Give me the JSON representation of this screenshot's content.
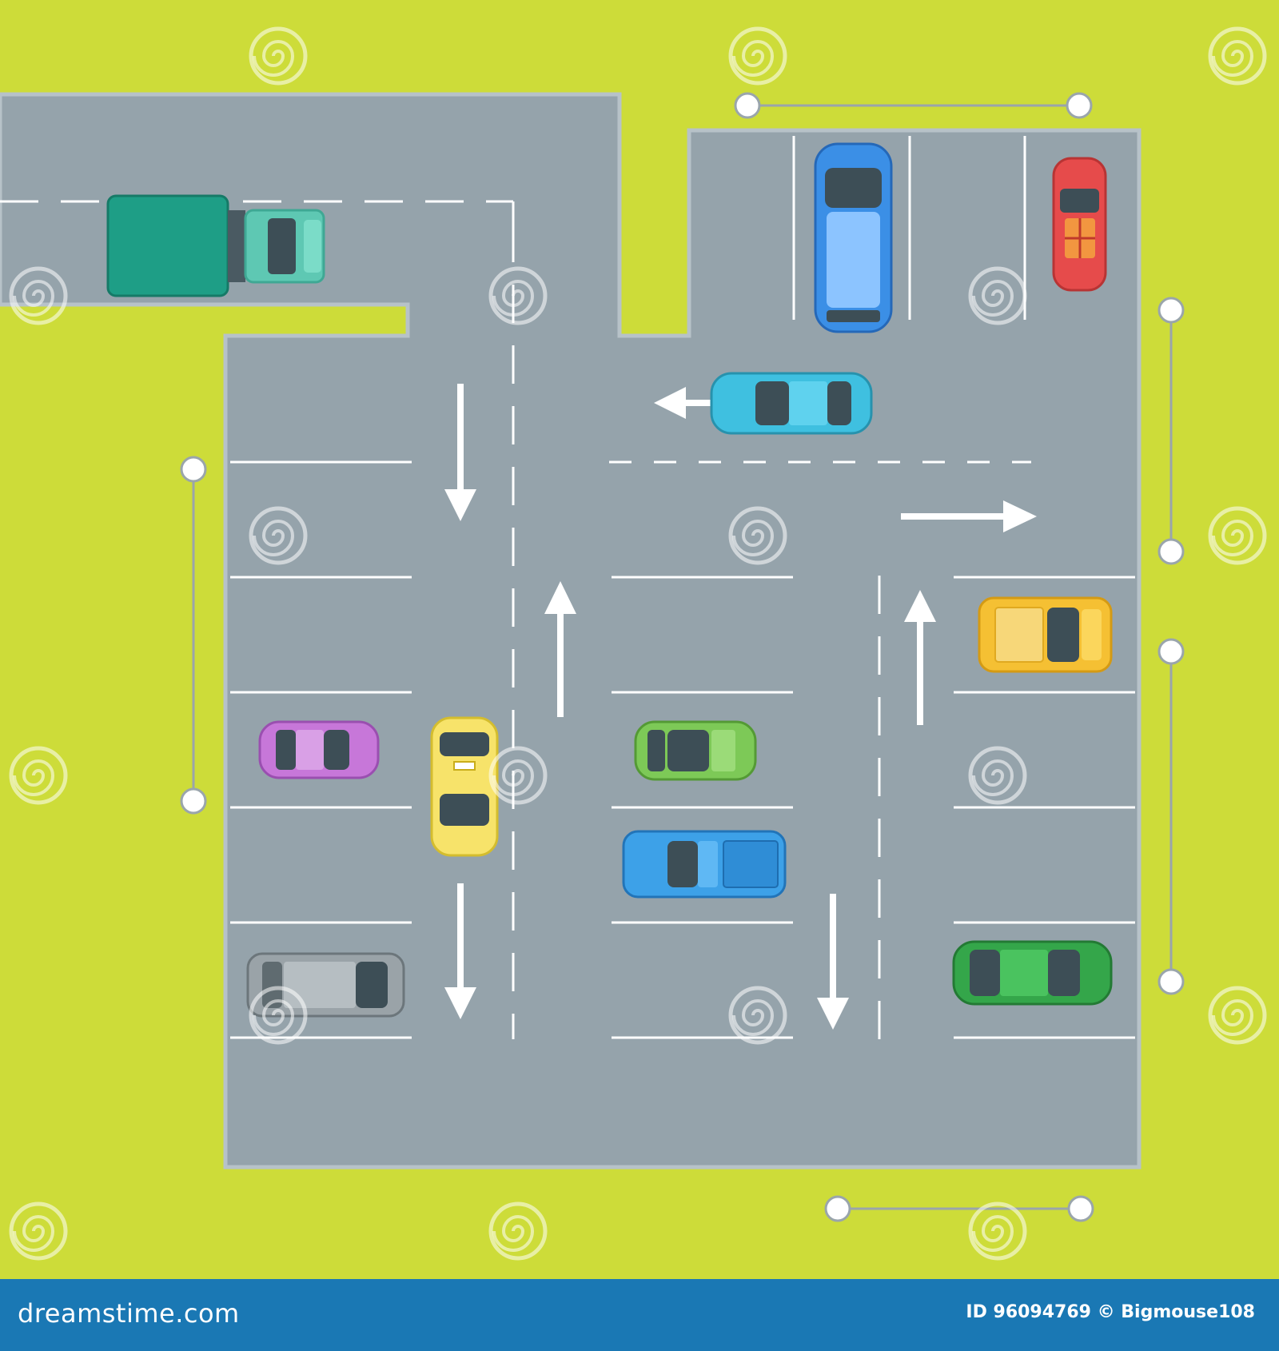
{
  "colors": {
    "grass": "#cddc39",
    "asphalt": "#95a3ab",
    "curb": "#b7c2c8",
    "marking": "#ffffff",
    "footer": "#1a78b4"
  },
  "footer": {
    "site": "dreamstime.com",
    "image_id": "ID 96094769 © Bigmouse108"
  },
  "watermark": {
    "text": "dreamstime",
    "icon": "spiral-logo"
  },
  "vehicles": [
    {
      "name": "truck",
      "type": "truck",
      "color": "#1e9e86",
      "heading": "east"
    },
    {
      "name": "minivan-blue",
      "type": "minivan",
      "color": "#3b8fe6",
      "heading": "north"
    },
    {
      "name": "convertible-red",
      "type": "convertible",
      "color": "#e64b4b",
      "heading": "north"
    },
    {
      "name": "car-cyan",
      "type": "sedan",
      "color": "#3fc0e0",
      "heading": "east"
    },
    {
      "name": "pickup-yellow",
      "type": "pickup",
      "color": "#f5c033",
      "heading": "east"
    },
    {
      "name": "car-purple",
      "type": "sedan",
      "color": "#c777d9",
      "heading": "east"
    },
    {
      "name": "taxi-yellow",
      "type": "taxi",
      "color": "#f7e36a",
      "heading": "north"
    },
    {
      "name": "car-lime",
      "type": "hatchback",
      "color": "#7dc957",
      "heading": "east"
    },
    {
      "name": "pickup-blue",
      "type": "pickup",
      "color": "#3da1e8",
      "heading": "west"
    },
    {
      "name": "wagon-gray",
      "type": "wagon",
      "color": "#9aa3a8",
      "heading": "east"
    },
    {
      "name": "car-green",
      "type": "sedan",
      "color": "#34a64a",
      "heading": "east"
    }
  ],
  "arrows": [
    {
      "name": "down-arrow-1",
      "direction": "down"
    },
    {
      "name": "up-arrow-1",
      "direction": "up"
    },
    {
      "name": "left-arrow",
      "direction": "left"
    },
    {
      "name": "right-arrow",
      "direction": "right"
    },
    {
      "name": "up-arrow-2",
      "direction": "up"
    },
    {
      "name": "down-arrow-2",
      "direction": "down"
    },
    {
      "name": "down-arrow-3",
      "direction": "down"
    }
  ]
}
